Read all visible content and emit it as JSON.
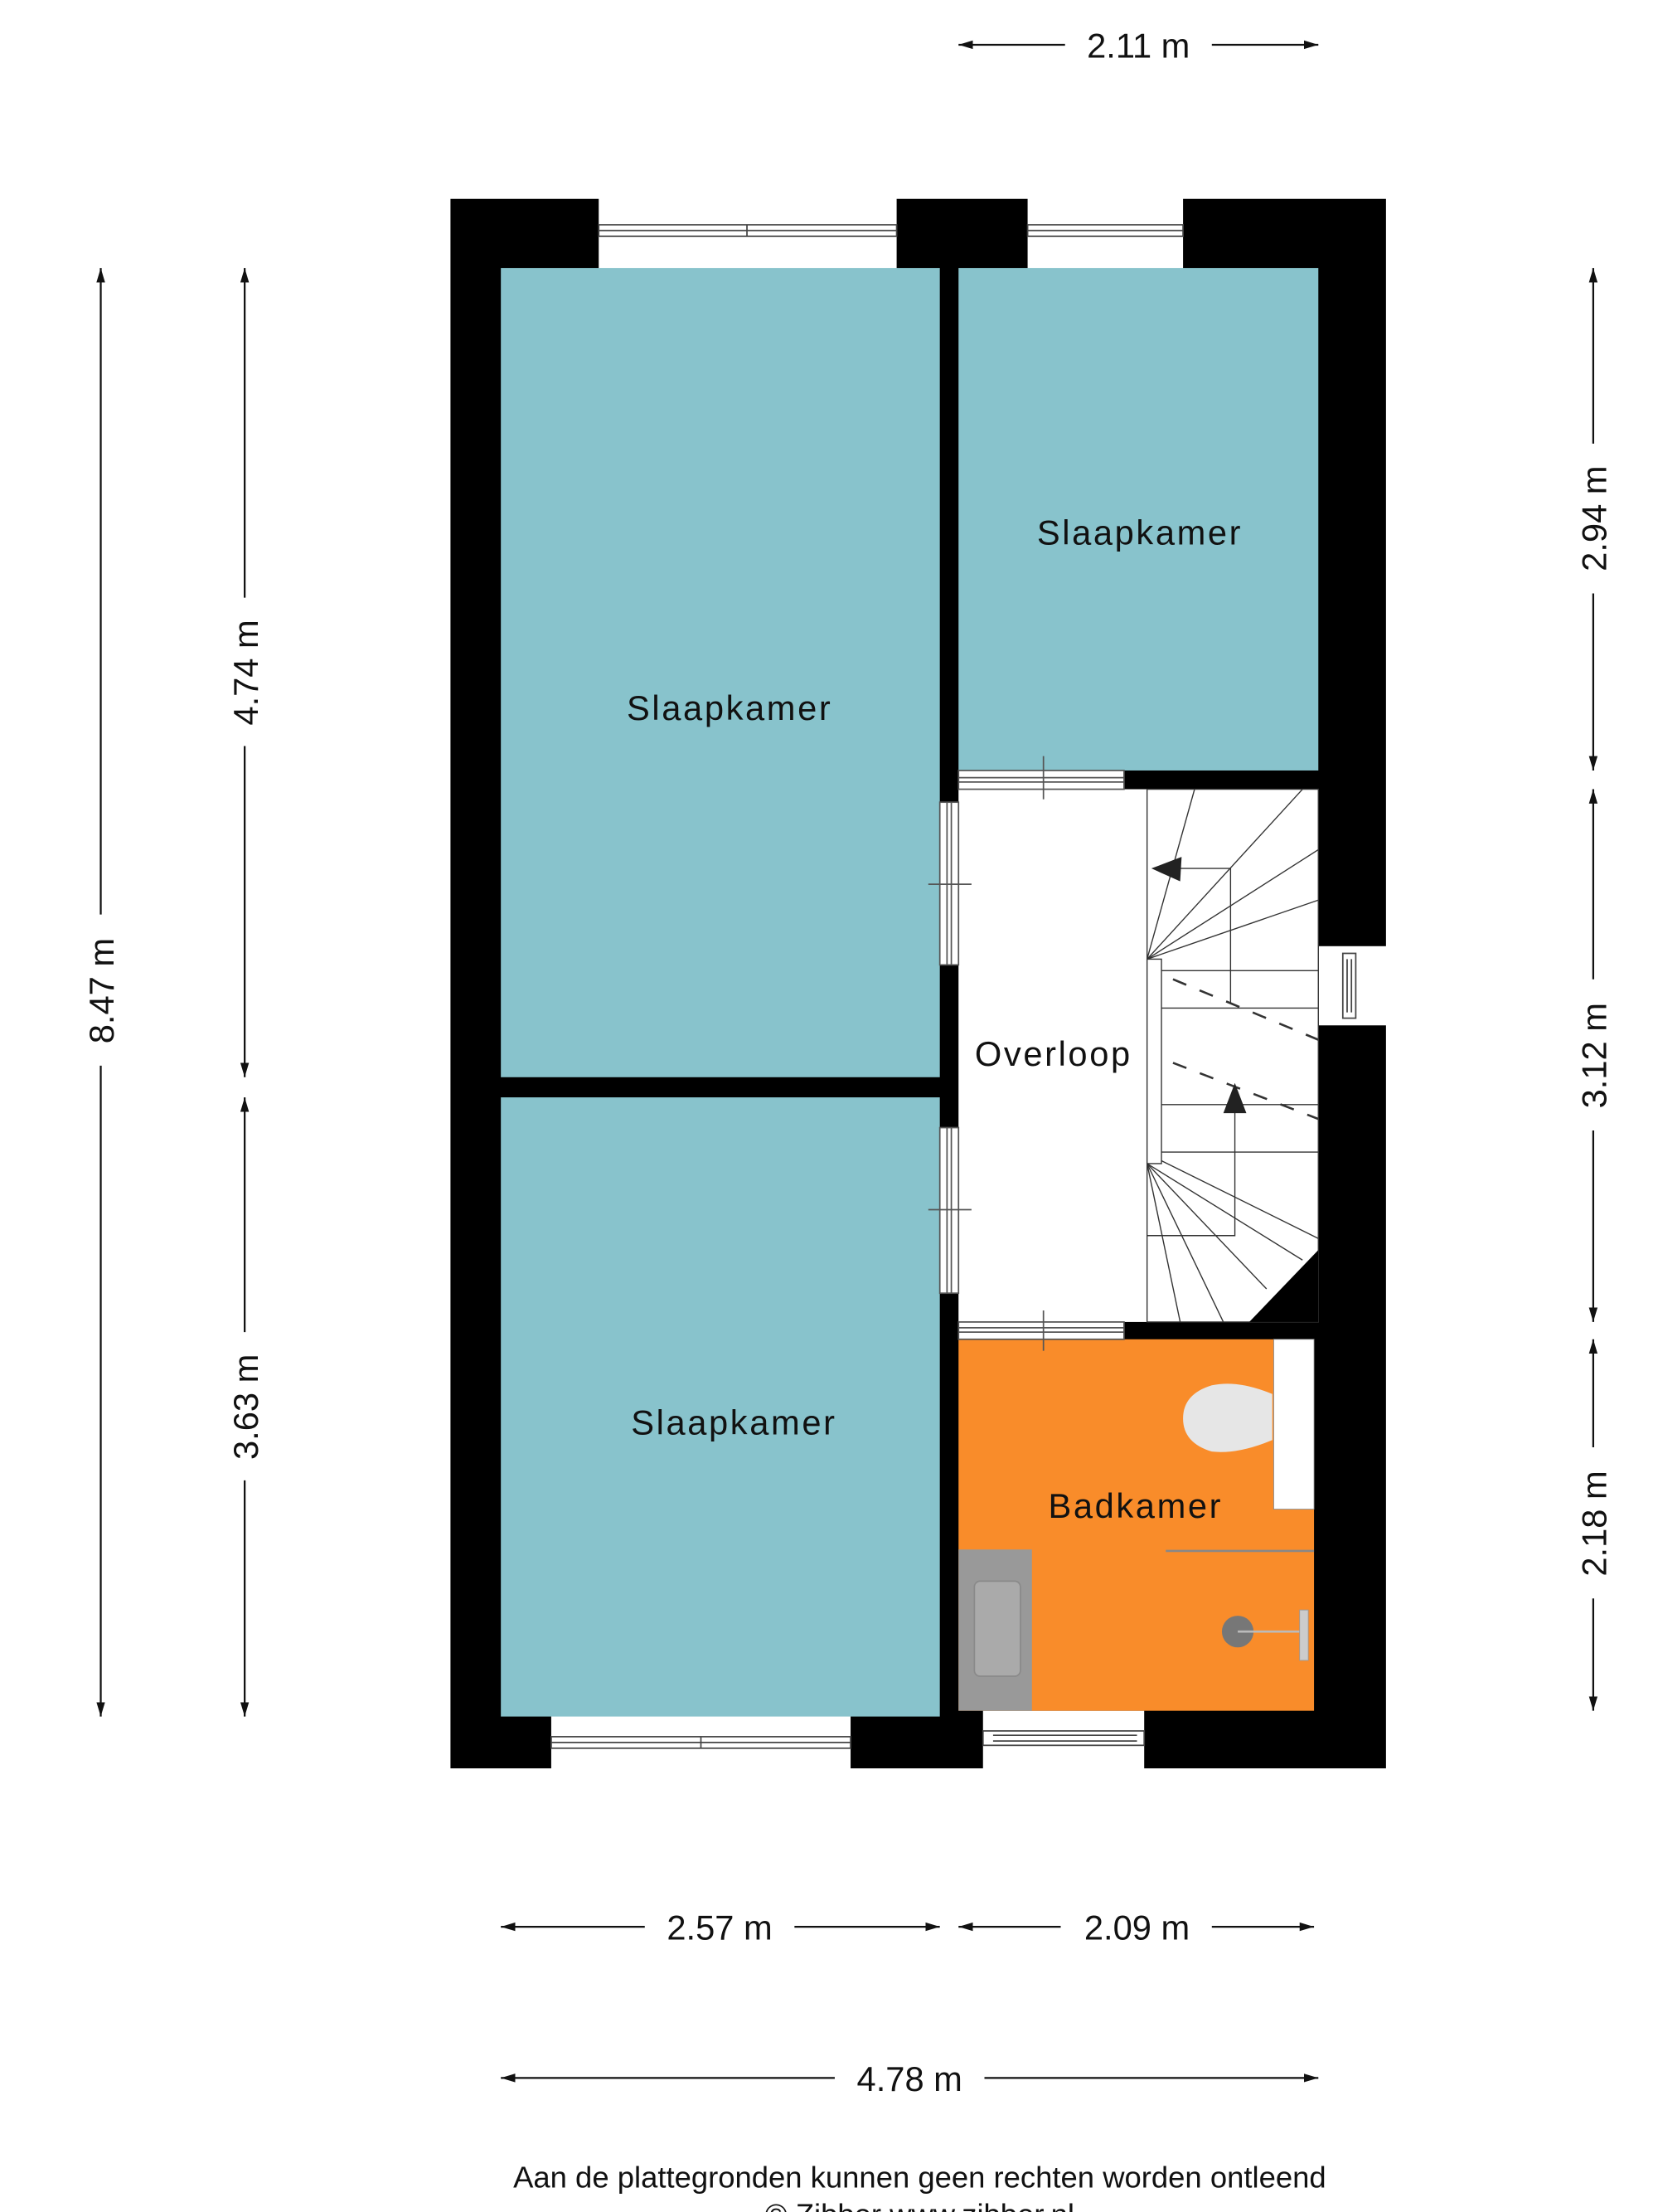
{
  "rooms": {
    "bedroom_left_top": "Slaapkamer",
    "bedroom_left_bottom": "Slaapkamer",
    "bedroom_right_top": "Slaapkamer",
    "landing": "Overloop",
    "bathroom": "Badkamer"
  },
  "dimensions": {
    "top": "2.11 m",
    "left_total": "8.47 m",
    "left_upper": "4.74 m",
    "left_lower": "3.63 m",
    "right_upper": "2.94 m",
    "right_middle": "3.12 m",
    "right_lower": "2.18 m",
    "bottom_left": "2.57 m",
    "bottom_right": "2.09 m",
    "bottom_total": "4.78 m"
  },
  "footer": {
    "disclaimer": "Aan de plattegronden kunnen geen rechten worden ontleend",
    "copyright": "© Zibber www.zibber.nl"
  },
  "colors": {
    "bedroom": "#88c3cc",
    "bathroom": "#f98c2a",
    "wall": "#000000"
  }
}
